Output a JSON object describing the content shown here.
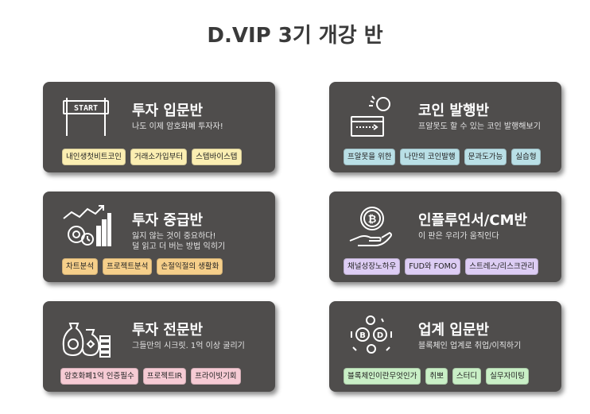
{
  "page": {
    "title": "D.VIP 3기 개강 반"
  },
  "cards": [
    {
      "title": "투자 입문반",
      "subtitle": "나도 이제 암호화폐 투자자!",
      "icon": "start-banner-icon",
      "tags": [
        {
          "label": "내인생첫비트코인",
          "color": "#fbeeb2"
        },
        {
          "label": "거래소가입부터",
          "color": "#fbeeb2"
        },
        {
          "label": "스텝바이스텝",
          "color": "#fbeeb2"
        }
      ]
    },
    {
      "title": "코인 발행반",
      "subtitle": "프알못도 할 수 있는 코인 발행해보기",
      "icon": "computer-coin-icon",
      "tags": [
        {
          "label": "프알못을 위한",
          "color": "#b9dfe6"
        },
        {
          "label": "나만의 코인발행",
          "color": "#b9dfe6"
        },
        {
          "label": "문과도가능",
          "color": "#b9dfe6"
        },
        {
          "label": "실습형",
          "color": "#b9dfe6"
        }
      ]
    },
    {
      "title": "투자 중급반",
      "subtitle_line1": "잃지 않는 것이 중요하다!",
      "subtitle_line2": "덜 읽고 더 버는 방법 익히기",
      "icon": "growth-chart-gears-icon",
      "tags": [
        {
          "label": "차트분석",
          "color": "#f6cf8a"
        },
        {
          "label": "프로젝트분석",
          "color": "#f6cf8a"
        },
        {
          "label": "손절익절의 생활화",
          "color": "#f6cf8a"
        }
      ]
    },
    {
      "title": "인플루언서/CM반",
      "subtitle": "이 판은 우리가 움직인다",
      "icon": "hand-bitcoin-icon",
      "tags": [
        {
          "label": "채널성장노하우",
          "color": "#ddcdf4"
        },
        {
          "label": "FUD와 FOMO",
          "color": "#ddcdf4"
        },
        {
          "label": "스트레스/리스크관리",
          "color": "#ddcdf4"
        }
      ]
    },
    {
      "title": "투자 전문반",
      "subtitle": "그들만의 시크릿. 1억 이상 굴리기",
      "icon": "money-bags-icon",
      "tags": [
        {
          "label": "암호화폐1억 인증필수",
          "color": "#f6cbd4"
        },
        {
          "label": "프로젝트IR",
          "color": "#f6cbd4"
        },
        {
          "label": "프라이빗기회",
          "color": "#f6cbd4"
        }
      ]
    },
    {
      "title": "업계 입문반",
      "subtitle": "블록체인 업계로 취업/이직하기",
      "icon": "crypto-network-icon",
      "tags": [
        {
          "label": "블록체인이란무엇인가",
          "color": "#c9efc6"
        },
        {
          "label": "취뽀",
          "color": "#c9efc6"
        },
        {
          "label": "스터디",
          "color": "#c9efc6"
        },
        {
          "label": "실무자미팅",
          "color": "#c9efc6"
        }
      ]
    }
  ]
}
